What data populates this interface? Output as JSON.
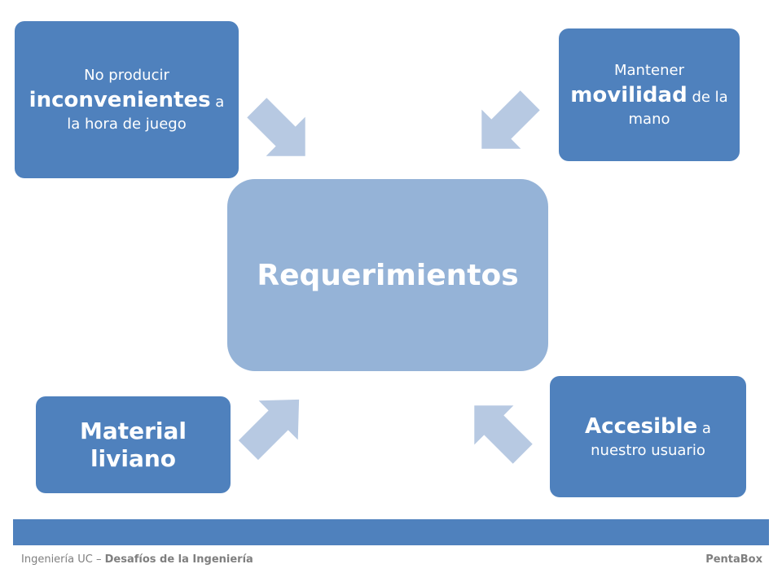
{
  "center": {
    "label": "Requerimientos"
  },
  "boxes": {
    "top_left": {
      "pre": "No producir",
      "bold": "inconvenientes",
      "post": "a la hora de juego"
    },
    "top_right": {
      "pre": "Mantener",
      "bold": "movilidad",
      "post": "de la mano"
    },
    "bottom_left": {
      "line1": "Material",
      "line2": "liviano"
    },
    "bottom_right": {
      "bold": "Accesible",
      "post1": "a",
      "post2": "nuestro usuario"
    }
  },
  "footer": {
    "left_prefix": "Ingeniería UC – ",
    "left_bold": "Desafíos de la Ingeniería",
    "right": "PentaBox"
  },
  "colors": {
    "box": "#4f81bd",
    "center": "#95b3d7",
    "arrow": "#b7c9e2",
    "bar": "#4f81bd",
    "footer_text": "#7f7f7f"
  }
}
